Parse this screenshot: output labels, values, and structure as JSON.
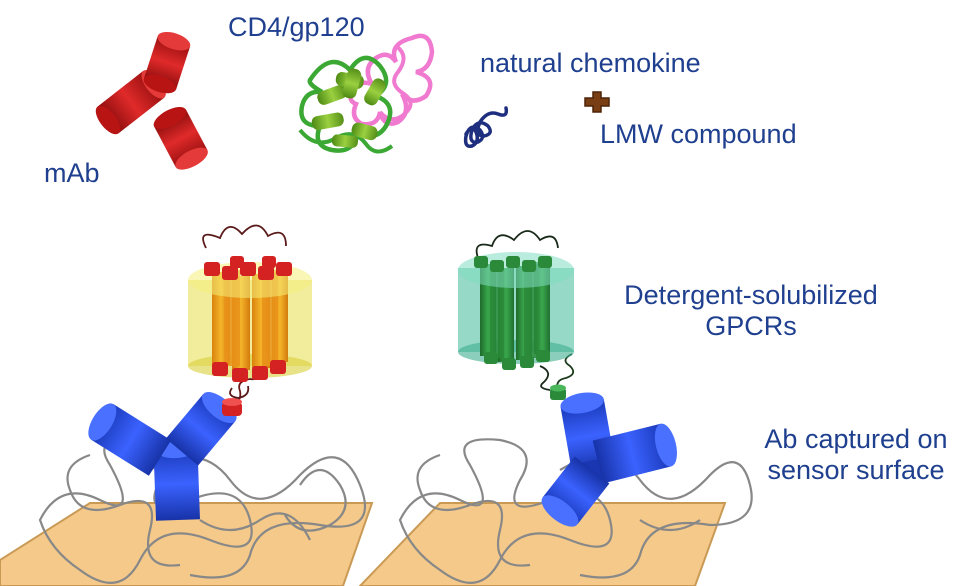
{
  "labels": {
    "mab": "mAb",
    "cd4_gp120": "CD4/gp120",
    "chemokine": "natural chemokine",
    "lmw": "LMW compound",
    "gpcr_line1": "Detergent-solubilized",
    "gpcr_line2": "GPCRs",
    "capture_line1": "Ab captured on",
    "capture_line2": "sensor surface"
  },
  "colors": {
    "label_text": "#1f3f8f",
    "mab_red": "#c81a1a",
    "cd4_green": "#6fae2a",
    "gp120_pink": "#f07ad0",
    "chemokine_navy": "#1f2f7f",
    "lmw_brown": "#7a3e14",
    "red_gpcr": "#d42222",
    "yellow_micelle": "#f4ef7a",
    "green_gpcr": "#2a8a3a",
    "teal_micelle": "#6fcfb0",
    "antibody_blue": "#2246d8",
    "sensor_surface": "#f4c98a",
    "polymer_gray": "#888888"
  }
}
